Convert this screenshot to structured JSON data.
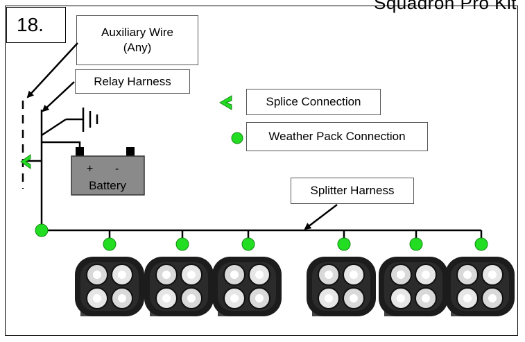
{
  "step_number": "18.",
  "kit_title": "Squadron Pro Kit",
  "labels": {
    "auxiliary_wire": "Auxiliary Wire\n(Any)",
    "relay_harness": "Relay Harness",
    "splice_connection": "Splice Connection",
    "weather_pack_connection": "Weather Pack Connection",
    "splitter_harness": "Splitter Harness",
    "battery": "Battery",
    "battery_plus": "+",
    "battery_minus": "-"
  },
  "colors": {
    "connector_green": "#22dd22",
    "battery_gray": "#8a8a8a",
    "light_housing": "#1c1c1c"
  },
  "light_count": 6
}
